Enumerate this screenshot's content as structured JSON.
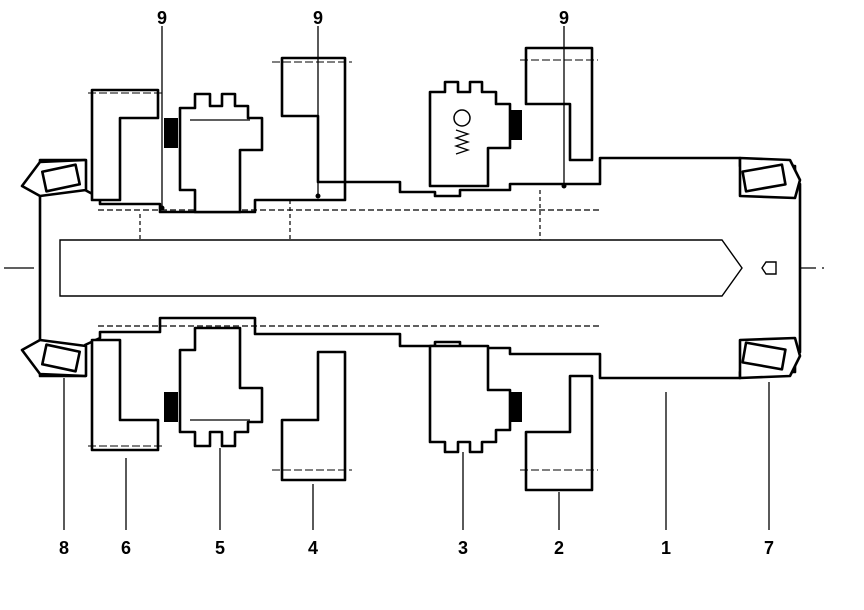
{
  "diagram": {
    "callouts_top": [
      "9",
      "9",
      "9"
    ],
    "callouts_bottom": [
      "8",
      "6",
      "5",
      "4",
      "3",
      "2",
      "1",
      "7"
    ]
  }
}
